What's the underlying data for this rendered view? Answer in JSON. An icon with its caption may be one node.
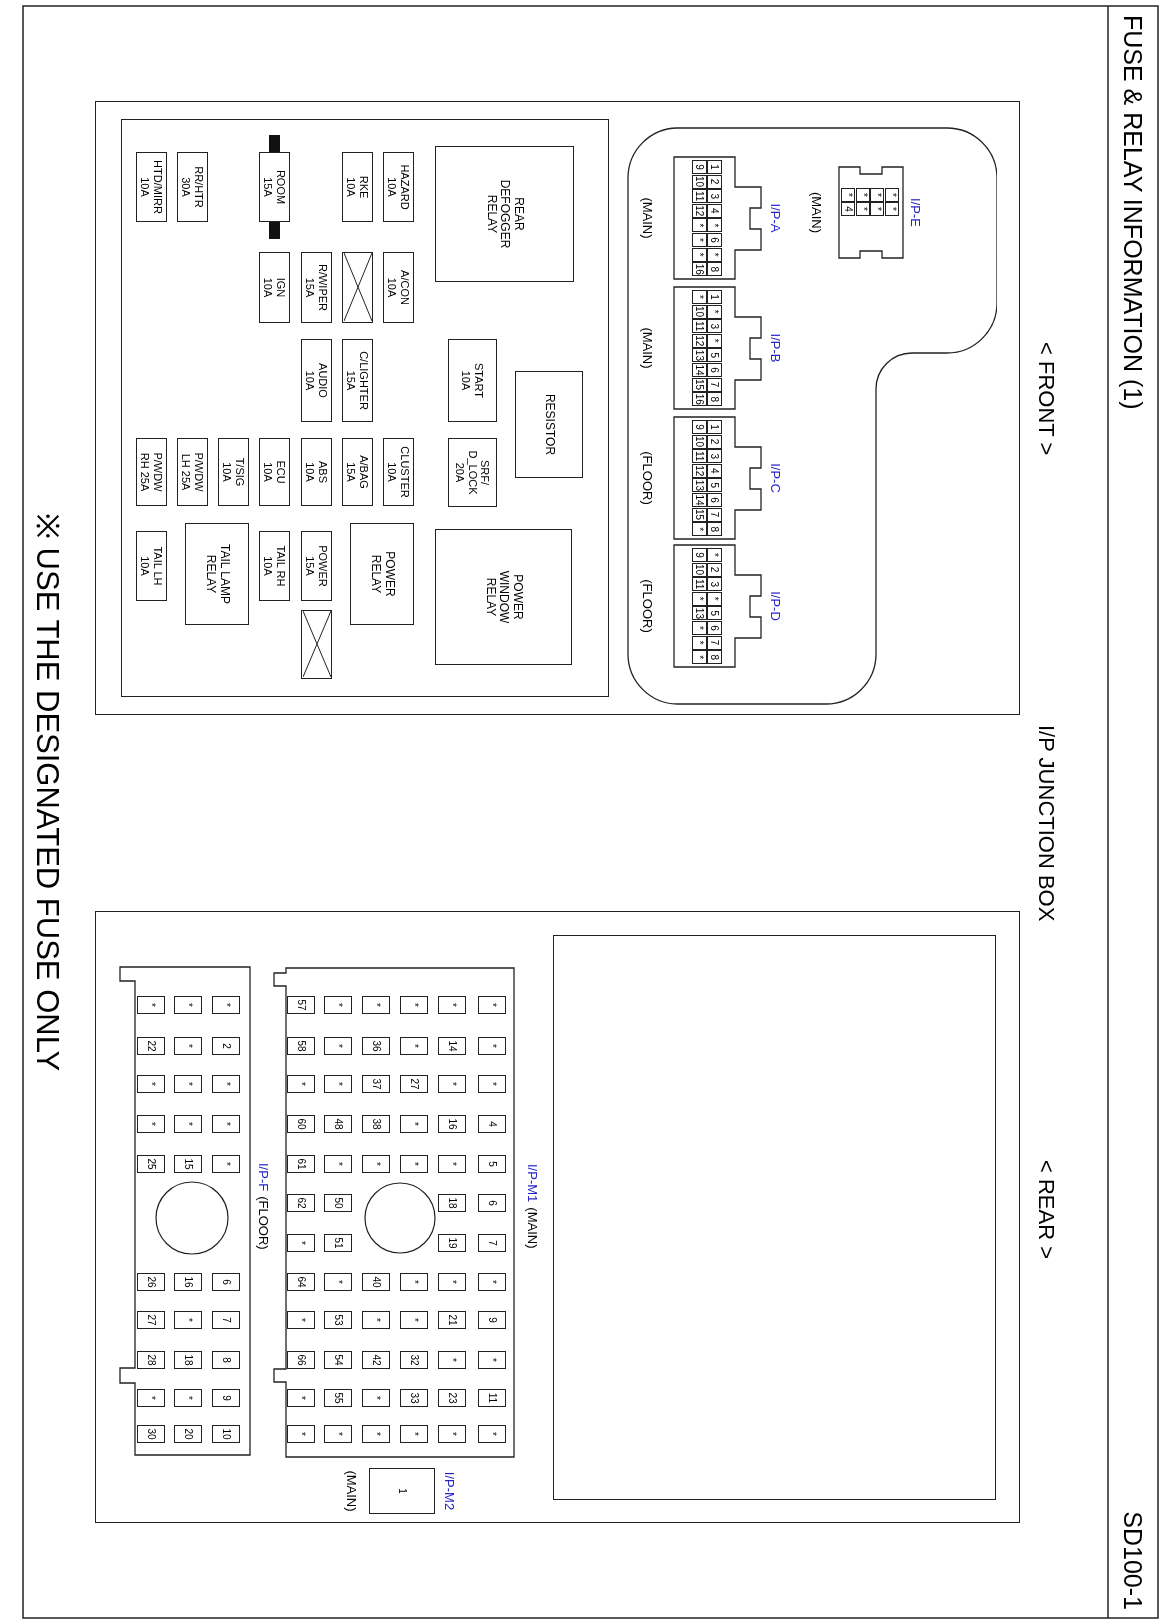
{
  "diagram": {
    "title": "FUSE & RELAY INFORMATION (1)",
    "labels": [
      "SD100-1",
      "< FRONT >",
      "I/P JUNCTION BOX",
      "< REAR >",
      "※ USE THE DESIGNATED FUSE ONLY"
    ],
    "nodes": [
      {
        "text": [],
        "shape": "box"
      },
      {
        "text": [],
        "shape": "box",
        "in": 0
      },
      {
        "text": [
          "REAR DEFOGGER RELAY"
        ],
        "in": 1
      },
      {
        "text": [
          "START",
          "10A"
        ],
        "in": 1
      },
      {
        "text": [
          "SRF/ D_LOCK",
          "20A"
        ],
        "in": 1
      },
      {
        "text": [
          "RESISTOR"
        ],
        "in": 1
      },
      {
        "text": [
          "POWER WINDOW RELAY"
        ],
        "in": 1
      },
      {
        "text": [
          "HAZARD",
          "10A"
        ],
        "in": 1
      },
      {
        "text": [
          "A/CON",
          "10A"
        ],
        "in": 1
      },
      {
        "text": [
          "CLUSTER",
          "10A"
        ],
        "in": 1
      },
      {
        "text": [
          "POWER RELAY"
        ],
        "in": 1
      },
      {
        "text": [
          "RKE",
          "10A"
        ],
        "in": 1
      },
      {
        "text": [],
        "shape": "box",
        "in": 1
      },
      {
        "text": [
          "C/LIGHTER",
          "15A"
        ],
        "in": 1
      },
      {
        "text": [
          "A/BAG",
          "15A"
        ],
        "in": 1
      },
      {
        "text": [
          "R/WIPER",
          "15A"
        ],
        "in": 1
      },
      {
        "text": [
          "AUDIO",
          "10A"
        ],
        "in": 1
      },
      {
        "text": [
          "ABS",
          "10A"
        ],
        "in": 1
      },
      {
        "text": [
          "POWER",
          "15A"
        ],
        "in": 1
      },
      {
        "text": [],
        "shape": "box",
        "in": 1
      },
      {
        "text": [
          "ROOM",
          "15A"
        ],
        "in": 1
      },
      {
        "text": [
          "IGN",
          "10A"
        ],
        "in": 1
      },
      {
        "text": [
          "ECU",
          "10A"
        ],
        "in": 1
      },
      {
        "text": [
          "TAIL RH",
          "10A"
        ],
        "in": 1
      },
      {
        "text": [
          "T/SIG",
          "10A"
        ],
        "in": 1
      },
      {
        "text": [
          "TAIL LAMP RELAY"
        ],
        "in": 1
      },
      {
        "text": [
          "RR/HTR",
          "30A"
        ],
        "in": 1
      },
      {
        "text": [
          "P/WDW",
          "LH 25A"
        ],
        "in": 1
      },
      {
        "text": [
          "HTD/MIRR",
          "10A"
        ],
        "in": 1
      },
      {
        "text": [
          "P/WDW",
          "RH 25A"
        ],
        "in": 1
      },
      {
        "text": [
          "TAIL LH",
          "10A"
        ],
        "in": 1
      },
      {
        "text": [],
        "shape": "box",
        "in": 0
      },
      {
        "text": [
          "I/P-E",
          "(MAIN)"
        ],
        "in": 31
      },
      {
        "text": [
          "*"
        ],
        "in": 32
      },
      {
        "text": [
          "*"
        ],
        "in": 32
      },
      {
        "text": [
          "*"
        ],
        "in": 32
      },
      {
        "text": [
          "*"
        ],
        "in": 32
      },
      {
        "text": [
          "*"
        ],
        "in": 32
      },
      {
        "text": [
          "*"
        ],
        "in": 32
      },
      {
        "text": [
          "*"
        ],
        "in": 32
      },
      {
        "text": [
          "4"
        ],
        "in": 32
      },
      {
        "text": [
          "I/P-A",
          "(MAIN)"
        ],
        "in": 31
      },
      {
        "text": [
          "1"
        ],
        "in": 41
      },
      {
        "text": [
          "2"
        ],
        "in": 41
      },
      {
        "text": [
          "3"
        ],
        "in": 41
      },
      {
        "text": [
          "4"
        ],
        "in": 41
      },
      {
        "text": [
          "*"
        ],
        "in": 41
      },
      {
        "text": [
          "6"
        ],
        "in": 41
      },
      {
        "text": [
          "*"
        ],
        "in": 41
      },
      {
        "text": [
          "8"
        ],
        "in": 41
      },
      {
        "text": [
          "9"
        ],
        "in": 41
      },
      {
        "text": [
          "10"
        ],
        "in": 41
      },
      {
        "text": [
          "11"
        ],
        "in": 41
      },
      {
        "text": [
          "12"
        ],
        "in": 41
      },
      {
        "text": [
          "*"
        ],
        "in": 41
      },
      {
        "text": [
          "*"
        ],
        "in": 41
      },
      {
        "text": [
          "*"
        ],
        "in": 41
      },
      {
        "text": [
          "16"
        ],
        "in": 41
      },
      {
        "text": [
          "I/P-B",
          "(MAIN)"
        ],
        "in": 31
      },
      {
        "text": [
          "1"
        ],
        "in": 58
      },
      {
        "text": [
          "*"
        ],
        "in": 58
      },
      {
        "text": [
          "3"
        ],
        "in": 58
      },
      {
        "text": [
          "*"
        ],
        "in": 58
      },
      {
        "text": [
          "5"
        ],
        "in": 58
      },
      {
        "text": [
          "6"
        ],
        "in": 58
      },
      {
        "text": [
          "7"
        ],
        "in": 58
      },
      {
        "text": [
          "8"
        ],
        "in": 58
      },
      {
        "text": [
          "*"
        ],
        "in": 58
      },
      {
        "text": [
          "10"
        ],
        "in": 58
      },
      {
        "text": [
          "11"
        ],
        "in": 58
      },
      {
        "text": [
          "12"
        ],
        "in": 58
      },
      {
        "text": [
          "13"
        ],
        "in": 58
      },
      {
        "text": [
          "14"
        ],
        "in": 58
      },
      {
        "text": [
          "15"
        ],
        "in": 58
      },
      {
        "text": [
          "16"
        ],
        "in": 58
      },
      {
        "text": [
          "I/P-C",
          "(FLOOR)"
        ],
        "in": 31
      },
      {
        "text": [
          "1"
        ],
        "in": 75
      },
      {
        "text": [
          "2"
        ],
        "in": 75
      },
      {
        "text": [
          "3"
        ],
        "in": 75
      },
      {
        "text": [
          "4"
        ],
        "in": 75
      },
      {
        "text": [
          "5"
        ],
        "in": 75
      },
      {
        "text": [
          "6"
        ],
        "in": 75
      },
      {
        "text": [
          "7"
        ],
        "in": 75
      },
      {
        "text": [
          "8"
        ],
        "in": 75
      },
      {
        "text": [
          "9"
        ],
        "in": 75
      },
      {
        "text": [
          "10"
        ],
        "in": 75
      },
      {
        "text": [
          "11"
        ],
        "in": 75
      },
      {
        "text": [
          "12"
        ],
        "in": 75
      },
      {
        "text": [
          "13"
        ],
        "in": 75
      },
      {
        "text": [
          "14"
        ],
        "in": 75
      },
      {
        "text": [
          "15"
        ],
        "in": 75
      },
      {
        "text": [
          "*"
        ],
        "in": 75
      },
      {
        "text": [
          "I/P-D",
          "(FLOOR)"
        ],
        "in": 31
      },
      {
        "text": [
          "*"
        ],
        "in": 92
      },
      {
        "text": [
          "2"
        ],
        "in": 92
      },
      {
        "text": [
          "3"
        ],
        "in": 92
      },
      {
        "text": [
          "*"
        ],
        "in": 92
      },
      {
        "text": [
          "5"
        ],
        "in": 92
      },
      {
        "text": [
          "6"
        ],
        "in": 92
      },
      {
        "text": [
          "7"
        ],
        "in": 92
      },
      {
        "text": [
          "8"
        ],
        "in": 92
      },
      {
        "text": [
          "9"
        ],
        "in": 92
      },
      {
        "text": [
          "10"
        ],
        "in": 92
      },
      {
        "text": [
          "11"
        ],
        "in": 92
      },
      {
        "text": [
          "*"
        ],
        "in": 92
      },
      {
        "text": [
          "13"
        ],
        "in": 92
      },
      {
        "text": [
          "*"
        ],
        "in": 92
      },
      {
        "text": [
          "*"
        ],
        "in": 92
      },
      {
        "text": [
          "*"
        ],
        "in": 92
      },
      {
        "text": [],
        "shape": "box"
      },
      {
        "text": [],
        "shape": "box",
        "in": 109
      },
      {
        "text": [
          "I/P-M1",
          "(MAIN)"
        ],
        "in": 109
      },
      {
        "text": [
          "*"
        ],
        "in": 111
      },
      {
        "text": [
          "*"
        ],
        "in": 111
      },
      {
        "text": [
          "*"
        ],
        "in": 111
      },
      {
        "text": [
          "4"
        ],
        "in": 111
      },
      {
        "text": [
          "5"
        ],
        "in": 111
      },
      {
        "text": [
          "6"
        ],
        "in": 111
      },
      {
        "text": [
          "7"
        ],
        "in": 111
      },
      {
        "text": [
          "*"
        ],
        "in": 111
      },
      {
        "text": [
          "9"
        ],
        "in": 111
      },
      {
        "text": [
          "*"
        ],
        "in": 111
      },
      {
        "text": [
          "11"
        ],
        "in": 111
      },
      {
        "text": [
          "*"
        ],
        "in": 111
      },
      {
        "text": [
          "*"
        ],
        "in": 111
      },
      {
        "text": [
          "14"
        ],
        "in": 111
      },
      {
        "text": [
          "*"
        ],
        "in": 111
      },
      {
        "text": [
          "16"
        ],
        "in": 111
      },
      {
        "text": [
          "*"
        ],
        "in": 111
      },
      {
        "text": [
          "18"
        ],
        "in": 111
      },
      {
        "text": [
          "19"
        ],
        "in": 111
      },
      {
        "text": [
          "*"
        ],
        "in": 111
      },
      {
        "text": [
          "21"
        ],
        "in": 111
      },
      {
        "text": [
          "*"
        ],
        "in": 111
      },
      {
        "text": [
          "23"
        ],
        "in": 111
      },
      {
        "text": [
          "*"
        ],
        "in": 111
      },
      {
        "text": [
          "*"
        ],
        "in": 111
      },
      {
        "text": [
          "*"
        ],
        "in": 111
      },
      {
        "text": [
          "27"
        ],
        "in": 111
      },
      {
        "text": [
          "*"
        ],
        "in": 111
      },
      {
        "text": [
          "*"
        ],
        "in": 111
      },
      {
        "text": [
          "*"
        ],
        "in": 111
      },
      {
        "text": [
          "*"
        ],
        "in": 111
      },
      {
        "text": [
          "32"
        ],
        "in": 111
      },
      {
        "text": [
          "33"
        ],
        "in": 111
      },
      {
        "text": [
          "*"
        ],
        "in": 111
      },
      {
        "text": [
          "*"
        ],
        "in": 111
      },
      {
        "text": [
          "36"
        ],
        "in": 111
      },
      {
        "text": [
          "37"
        ],
        "in": 111
      },
      {
        "text": [
          "38"
        ],
        "in": 111
      },
      {
        "text": [
          "*"
        ],
        "in": 111
      },
      {
        "text": [
          "40"
        ],
        "in": 111
      },
      {
        "text": [
          "*"
        ],
        "in": 111
      },
      {
        "text": [
          "42"
        ],
        "in": 111
      },
      {
        "text": [
          "*"
        ],
        "in": 111
      },
      {
        "text": [
          "*"
        ],
        "in": 111
      },
      {
        "text": [
          "*"
        ],
        "in": 111
      },
      {
        "text": [
          "*"
        ],
        "in": 111
      },
      {
        "text": [
          "*"
        ],
        "in": 111
      },
      {
        "text": [
          "48"
        ],
        "in": 111
      },
      {
        "text": [
          "*"
        ],
        "in": 111
      },
      {
        "text": [
          "50"
        ],
        "in": 111
      },
      {
        "text": [
          "51"
        ],
        "in": 111
      },
      {
        "text": [
          "*"
        ],
        "in": 111
      },
      {
        "text": [
          "53"
        ],
        "in": 111
      },
      {
        "text": [
          "54"
        ],
        "in": 111
      },
      {
        "text": [
          "55"
        ],
        "in": 111
      },
      {
        "text": [
          "*"
        ],
        "in": 111
      },
      {
        "text": [
          "57"
        ],
        "in": 111
      },
      {
        "text": [
          "58"
        ],
        "in": 111
      },
      {
        "text": [
          "*"
        ],
        "in": 111
      },
      {
        "text": [
          "60"
        ],
        "in": 111
      },
      {
        "text": [
          "61"
        ],
        "in": 111
      },
      {
        "text": [
          "62"
        ],
        "in": 111
      },
      {
        "text": [
          "*"
        ],
        "in": 111
      },
      {
        "text": [
          "64"
        ],
        "in": 111
      },
      {
        "text": [
          "*"
        ],
        "in": 111
      },
      {
        "text": [
          "66"
        ],
        "in": 111
      },
      {
        "text": [
          "*"
        ],
        "in": 111
      },
      {
        "text": [
          "*"
        ],
        "in": 111
      },
      {
        "text": [
          "I/P-F",
          "(FLOOR)"
        ],
        "in": 109
      },
      {
        "text": [
          "*"
        ],
        "in": 180
      },
      {
        "text": [
          "2"
        ],
        "in": 180
      },
      {
        "text": [
          "*"
        ],
        "in": 180
      },
      {
        "text": [
          "*"
        ],
        "in": 180
      },
      {
        "text": [
          "*"
        ],
        "in": 180
      },
      {
        "text": [
          "6"
        ],
        "in": 180
      },
      {
        "text": [
          "7"
        ],
        "in": 180
      },
      {
        "text": [
          "8"
        ],
        "in": 180
      },
      {
        "text": [
          "9"
        ],
        "in": 180
      },
      {
        "text": [
          "10"
        ],
        "in": 180
      },
      {
        "text": [
          "*"
        ],
        "in": 180
      },
      {
        "text": [
          "*"
        ],
        "in": 180
      },
      {
        "text": [
          "*"
        ],
        "in": 180
      },
      {
        "text": [
          "*"
        ],
        "in": 180
      },
      {
        "text": [
          "15"
        ],
        "in": 180
      },
      {
        "text": [
          "16"
        ],
        "in": 180
      },
      {
        "text": [
          "*"
        ],
        "in": 180
      },
      {
        "text": [
          "18"
        ],
        "in": 180
      },
      {
        "text": [
          "*"
        ],
        "in": 180
      },
      {
        "text": [
          "20"
        ],
        "in": 180
      },
      {
        "text": [
          "*"
        ],
        "in": 180
      },
      {
        "text": [
          "22"
        ],
        "in": 180
      },
      {
        "text": [
          "*"
        ],
        "in": 180
      },
      {
        "text": [
          "*"
        ],
        "in": 180
      },
      {
        "text": [
          "25"
        ],
        "in": 180
      },
      {
        "text": [
          "26"
        ],
        "in": 180
      },
      {
        "text": [
          "27"
        ],
        "in": 180
      },
      {
        "text": [
          "28"
        ],
        "in": 180
      },
      {
        "text": [
          "*"
        ],
        "in": 180
      },
      {
        "text": [
          "30"
        ],
        "in": 180
      },
      {
        "text": [
          "I/P-M2",
          "(MAIN)"
        ],
        "in": 109
      },
      {
        "text": [
          "1"
        ],
        "in": 211
      }
    ]
  }
}
